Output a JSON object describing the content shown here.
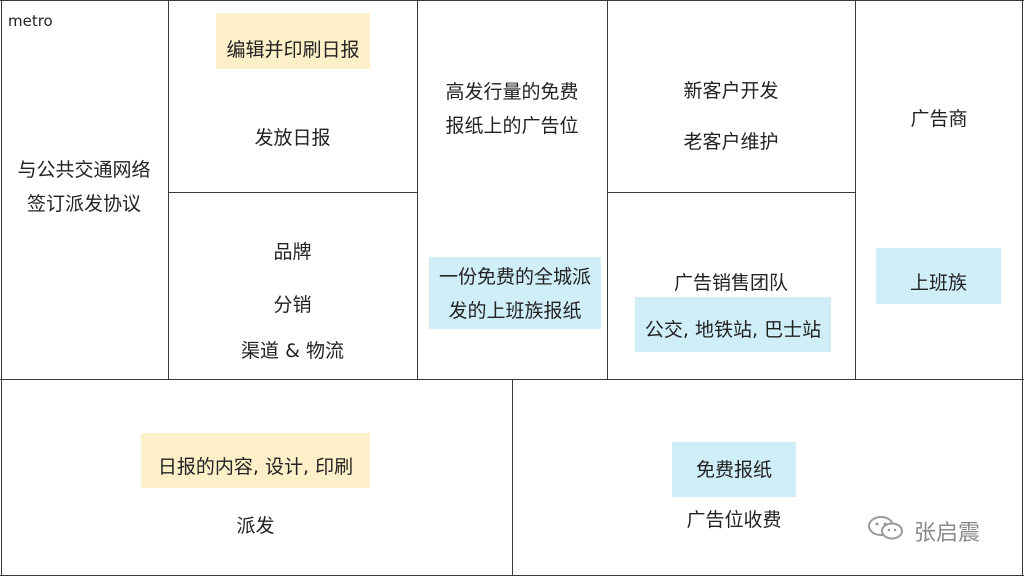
{
  "brand": "metro",
  "key_activities": {
    "item1": "编辑并印刷日报",
    "item2": "发放日报"
  },
  "key_partners": {
    "line1": "与公共交通网络",
    "line2": "签订派发协议"
  },
  "key_resources": {
    "item1": "品牌",
    "item2": "分销",
    "item3": "渠道 & 物流"
  },
  "value_proposition": {
    "top_line1": "高发行量的免费",
    "top_line2": "报纸上的广告位",
    "bottom_line1": "一份免费的全城派",
    "bottom_line2": "发的上班族报纸"
  },
  "customer_relationships": {
    "item1": "新客户开发",
    "item2": "老客户维护"
  },
  "channels": {
    "item1": "广告销售团队",
    "item2": "公交, 地铁站, 巴士站"
  },
  "customer_segments": {
    "item1": "广告商",
    "item2": "上班族"
  },
  "cost_structure": {
    "item1": "日报的内容, 设计, 印刷",
    "item2": "派发"
  },
  "revenue_streams": {
    "item1": "免费报纸",
    "item2": "广告位收费"
  },
  "watermark": {
    "icon": "wechat-icon",
    "text": "张启震"
  },
  "colors": {
    "highlight_yellow": "#fdf0c9",
    "highlight_blue": "#cfeef8",
    "border": "#3a3a3a"
  }
}
